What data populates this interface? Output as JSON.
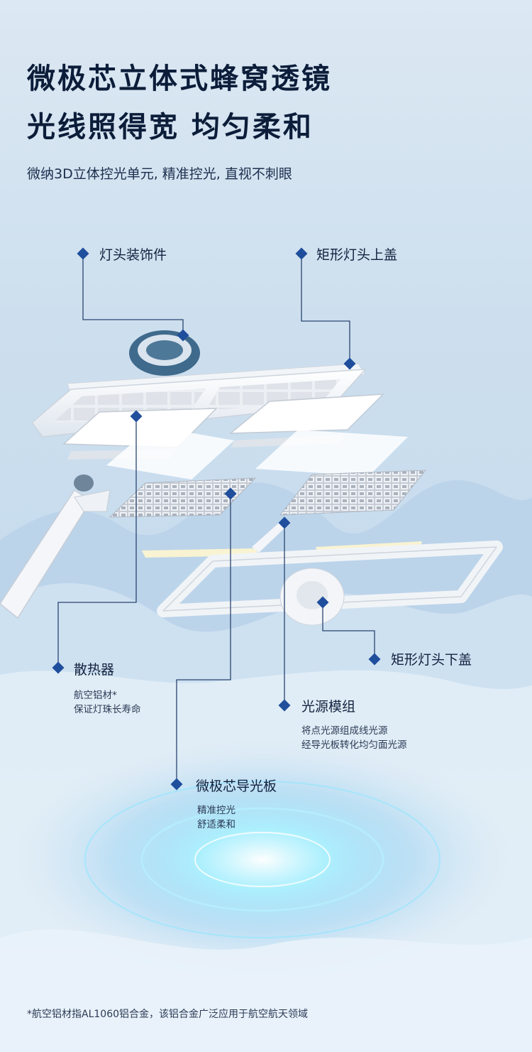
{
  "header": {
    "title_line1": "微极芯立体式蜂窝透镜",
    "title_line2": "光线照得宽 均匀柔和",
    "subtitle": "微纳3D立体控光单元, 精准控光, 直视不刺眼"
  },
  "callouts": {
    "decor": {
      "label": "灯头装饰件"
    },
    "top_cover": {
      "label": "矩形灯头上盖"
    },
    "heatsink": {
      "label": "散热器",
      "desc_line1": "航空铝材*",
      "desc_line2": "保证灯珠长寿命"
    },
    "bottom_cover": {
      "label": "矩形灯头下盖"
    },
    "light_module": {
      "label": "光源模组",
      "desc_line1": "将点光源组成线光源",
      "desc_line2": "经导光板转化均匀面光源"
    },
    "light_guide": {
      "label": "微极芯导光板",
      "desc_line1": "精准控光",
      "desc_line2": "舒适柔和"
    }
  },
  "footnote": "*航空铝材指AL1060铝合金，该铝合金广泛应用于航空航天领域",
  "colors": {
    "marker": "#1f4e9c",
    "line": "#2a4470",
    "accent_glow": "#7fe3ff"
  }
}
